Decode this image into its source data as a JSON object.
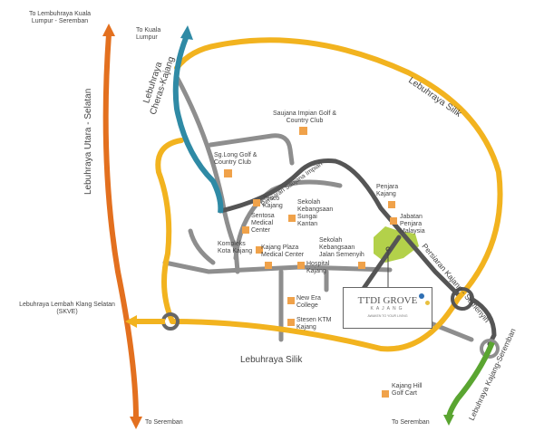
{
  "colors": {
    "orange": "#e3701f",
    "blue": "#2f8aa5",
    "yellow": "#f2b31f",
    "grey": "#8e8e8e",
    "dark": "#555555",
    "green": "#5aa531",
    "lime": "#b3d14a",
    "poi": "#f0a24a"
  },
  "highways": {
    "utara_selatan": "Lebuhraya Utara - Selatan",
    "cheras_kajang": "Lebuhraya Cheras-Kajang",
    "silik_top": "Lebuhraya Silik",
    "silik_bottom": "Lebuhraya Silik",
    "kajang_seremban": "Lebuhraya Kajang-Seremban",
    "persiaran_kajang": "Persiaran Kajang - Semenyih",
    "persiaran_saujana": "Persiaran Saujana Impian"
  },
  "destinations": {
    "kl_seremban": "To Lembuhraya Kuala Lumpur - Seremban",
    "kuala_lumpur": "To Kuala Lumpur",
    "skve": "Lebuhraya Lembah Klang Selatan (SKVE)",
    "seremban_left": "To Seremban",
    "seremban_right": "To Seremban"
  },
  "poi": [
    "Saujana Impian Golf & Country Club",
    "Sg.Long Golf & Country Club",
    "Tesco Kajang",
    "Sentosa Medical Center",
    "Kompleks Kota Kajang",
    "Sekolah Kebangsaan Sungai Kantan",
    "Kajang Plaza Medical Center",
    "Hospital Kajang",
    "Sekolah Kebangsaan Jalan Semenyih",
    "Penjara Kajang",
    "Jabatan Penjara Malaysia",
    "New Era College",
    "Stesen KTM Kajang",
    "Kajang Hill Golf Cart"
  ],
  "logo": {
    "name": "TTDI GROVE",
    "sub": "KAJANG",
    "tagline": "AWAKEN TO YOUR LIVING"
  }
}
